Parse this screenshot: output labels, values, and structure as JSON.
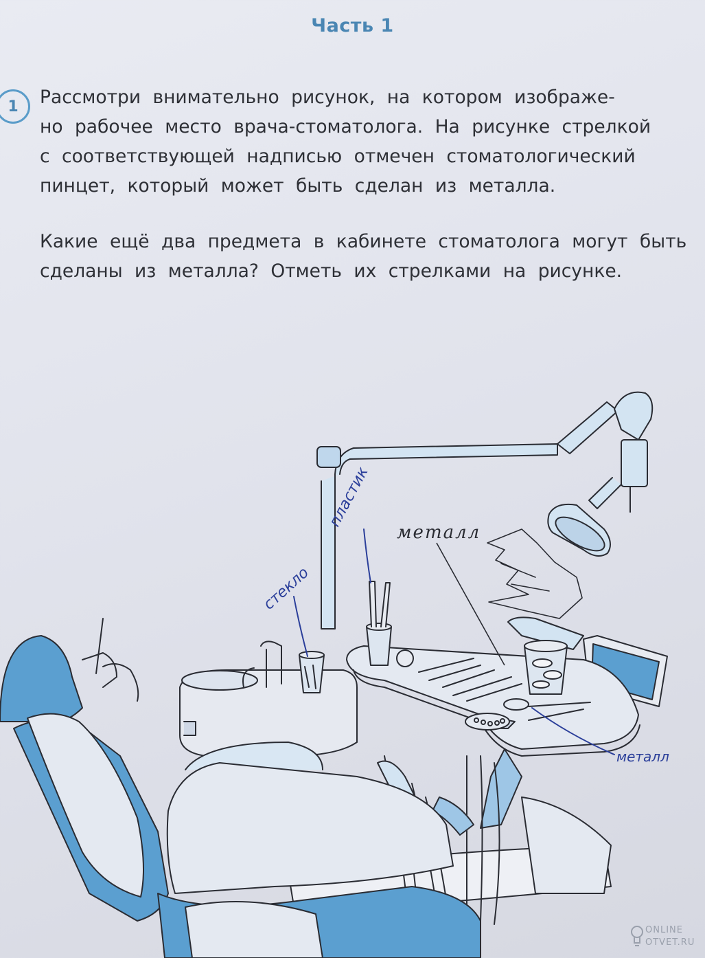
{
  "header": {
    "title": "Часть 1"
  },
  "task": {
    "number": "1",
    "paragraph1": [
      "Рассмотри внимательно рисунок, на котором изображе-",
      "но рабочее место врача-стоматолога. На рисунке стрелкой",
      "с соответствующей надписью отмечен стоматологический",
      "пинцет, который может быть сделан из металла."
    ],
    "paragraph2": [
      "Какие ещё два предмета в кабинете стоматолога могут быть",
      "сделаны из металла? Отметь их стрелками на рисунке."
    ]
  },
  "illustration": {
    "printed_label": "металл",
    "handwritten_labels": {
      "glass_left": "стекло",
      "toothbrush": "пластик",
      "tray_tool": "металл"
    },
    "accent_color": "#5b9fd0",
    "ink_color": "#2b3f9a"
  },
  "watermark": {
    "line1": "ONLINE",
    "line2": "OTVET.RU"
  }
}
